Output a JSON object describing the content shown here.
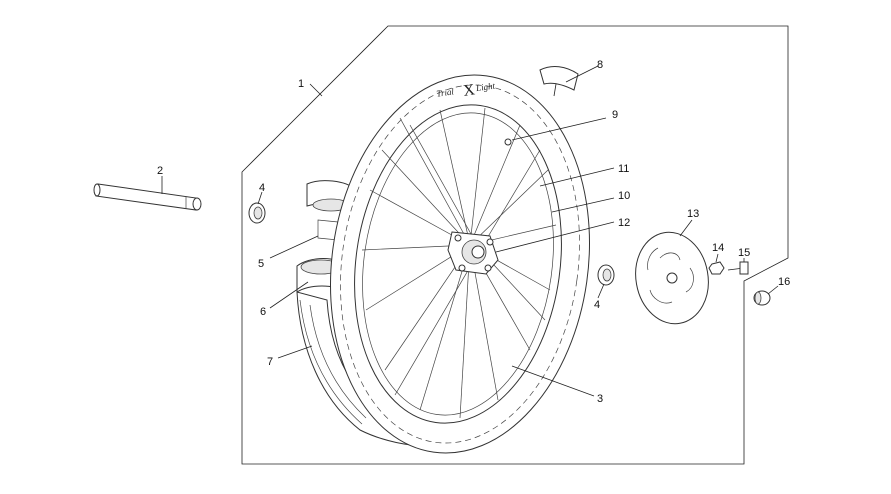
{
  "diagram": {
    "tire_brand": {
      "left": "Trial",
      "mid": "X",
      "right": "Light"
    },
    "callouts": {
      "c1": "1",
      "c2": "2",
      "c3": "3",
      "c4a": "4",
      "c4b": "4",
      "c5": "5",
      "c6": "6",
      "c7": "7",
      "c8": "8",
      "c9": "9",
      "c10": "10",
      "c11": "11",
      "c12": "12",
      "c13": "13",
      "c14": "14",
      "c15": "15",
      "c16": "16"
    }
  }
}
